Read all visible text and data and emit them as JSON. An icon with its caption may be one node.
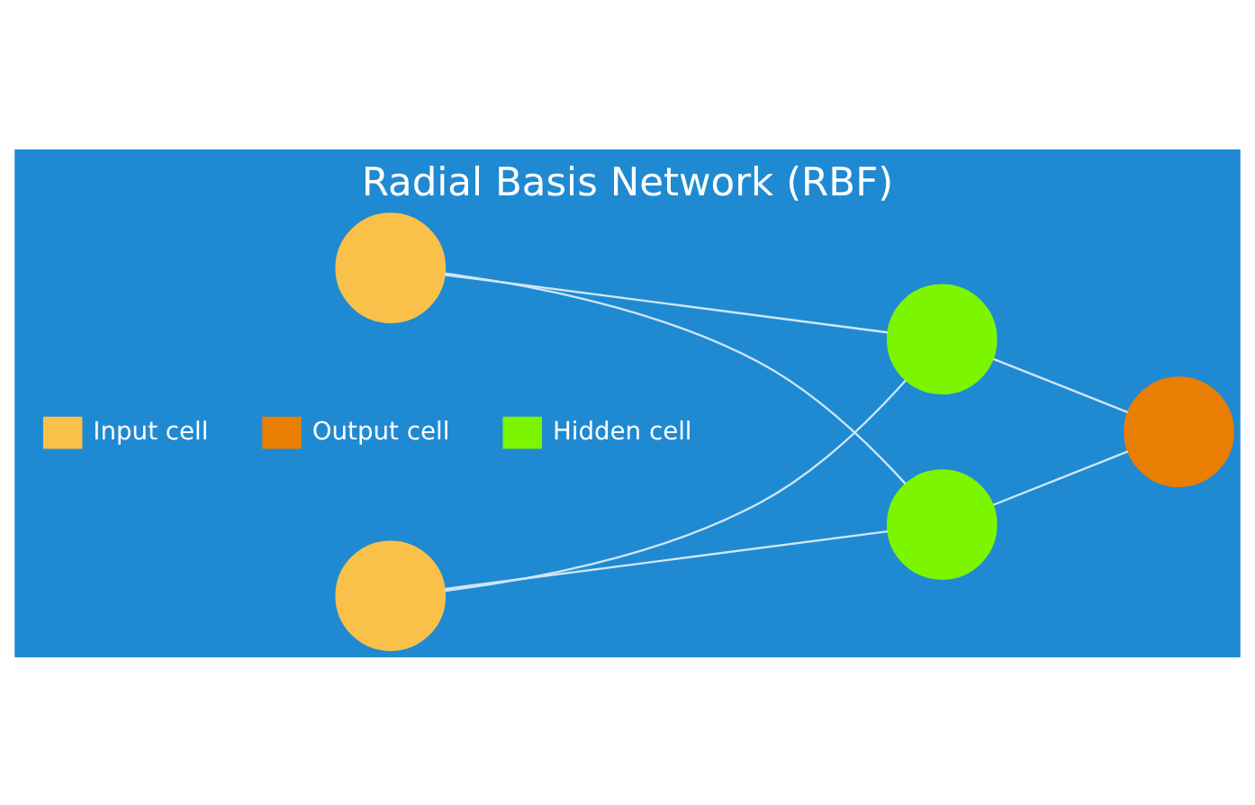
{
  "diagram": {
    "title": "Radial Basis Network (RBF)",
    "nodes": [
      {
        "text": [],
        "shape": "circle"
      },
      {
        "text": [],
        "shape": "circle"
      },
      {
        "text": [],
        "shape": "circle"
      },
      {
        "text": [],
        "shape": "circle"
      },
      {
        "text": [],
        "shape": "circle"
      }
    ],
    "edges": [
      {
        "from": 0,
        "to": 2,
        "arrow": "none"
      },
      {
        "from": 0,
        "to": 3,
        "arrow": "none"
      },
      {
        "from": 1,
        "to": 2,
        "arrow": "none"
      },
      {
        "from": 1,
        "to": 3,
        "arrow": "none"
      },
      {
        "from": 2,
        "to": 4,
        "arrow": "none"
      },
      {
        "from": 3,
        "to": 4,
        "arrow": "none"
      }
    ],
    "legend": [
      {
        "text": "Input cell",
        "color": "#f9c04a"
      },
      {
        "text": "Output cell",
        "color": "#e87e04"
      },
      {
        "text": "Hidden cell",
        "color": "#7cf500"
      }
    ]
  }
}
